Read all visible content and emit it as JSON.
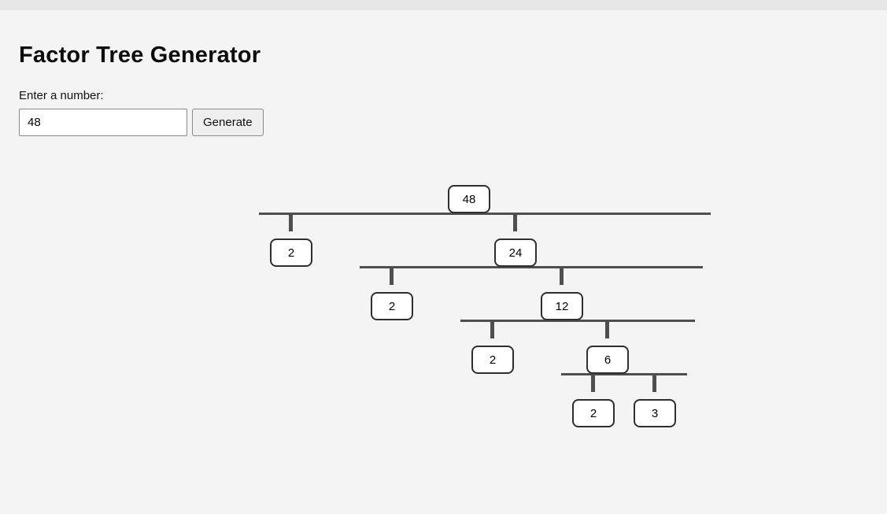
{
  "page": {
    "title": "Factor Tree Generator"
  },
  "form": {
    "label": "Enter a number:",
    "input_value": "48",
    "button_label": "Generate"
  },
  "tree": {
    "value": "48",
    "children": [
      {
        "value": "2",
        "children": []
      },
      {
        "value": "24",
        "children": [
          {
            "value": "2",
            "children": []
          },
          {
            "value": "12",
            "children": [
              {
                "value": "2",
                "children": []
              },
              {
                "value": "6",
                "children": [
                  {
                    "value": "2",
                    "children": []
                  },
                  {
                    "value": "3",
                    "children": []
                  }
                ]
              }
            ]
          }
        ]
      }
    ]
  }
}
